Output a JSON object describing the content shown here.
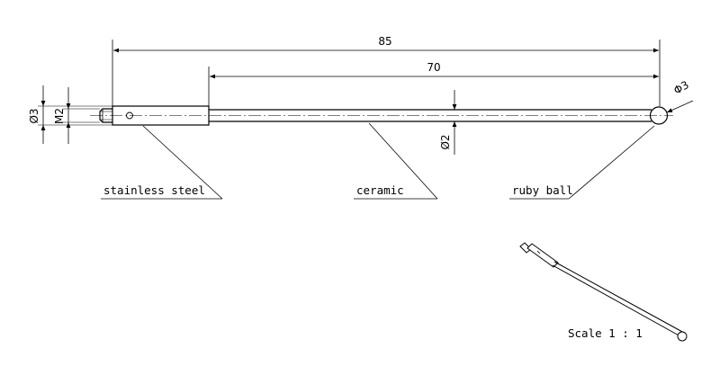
{
  "dimensions": {
    "overall_length": "85",
    "ceramic_length": "70",
    "shaft_diameter": "Ø3",
    "thread": "M2",
    "stem_diameter": "Ø2",
    "ball_diameter": "Φ3"
  },
  "labels": {
    "stainless_steel": "stainless steel",
    "ceramic": "ceramic",
    "ruby_ball": "ruby ball"
  },
  "scale": "Scale 1 : 1",
  "colors": {
    "line": "#000000",
    "background": "#ffffff"
  }
}
